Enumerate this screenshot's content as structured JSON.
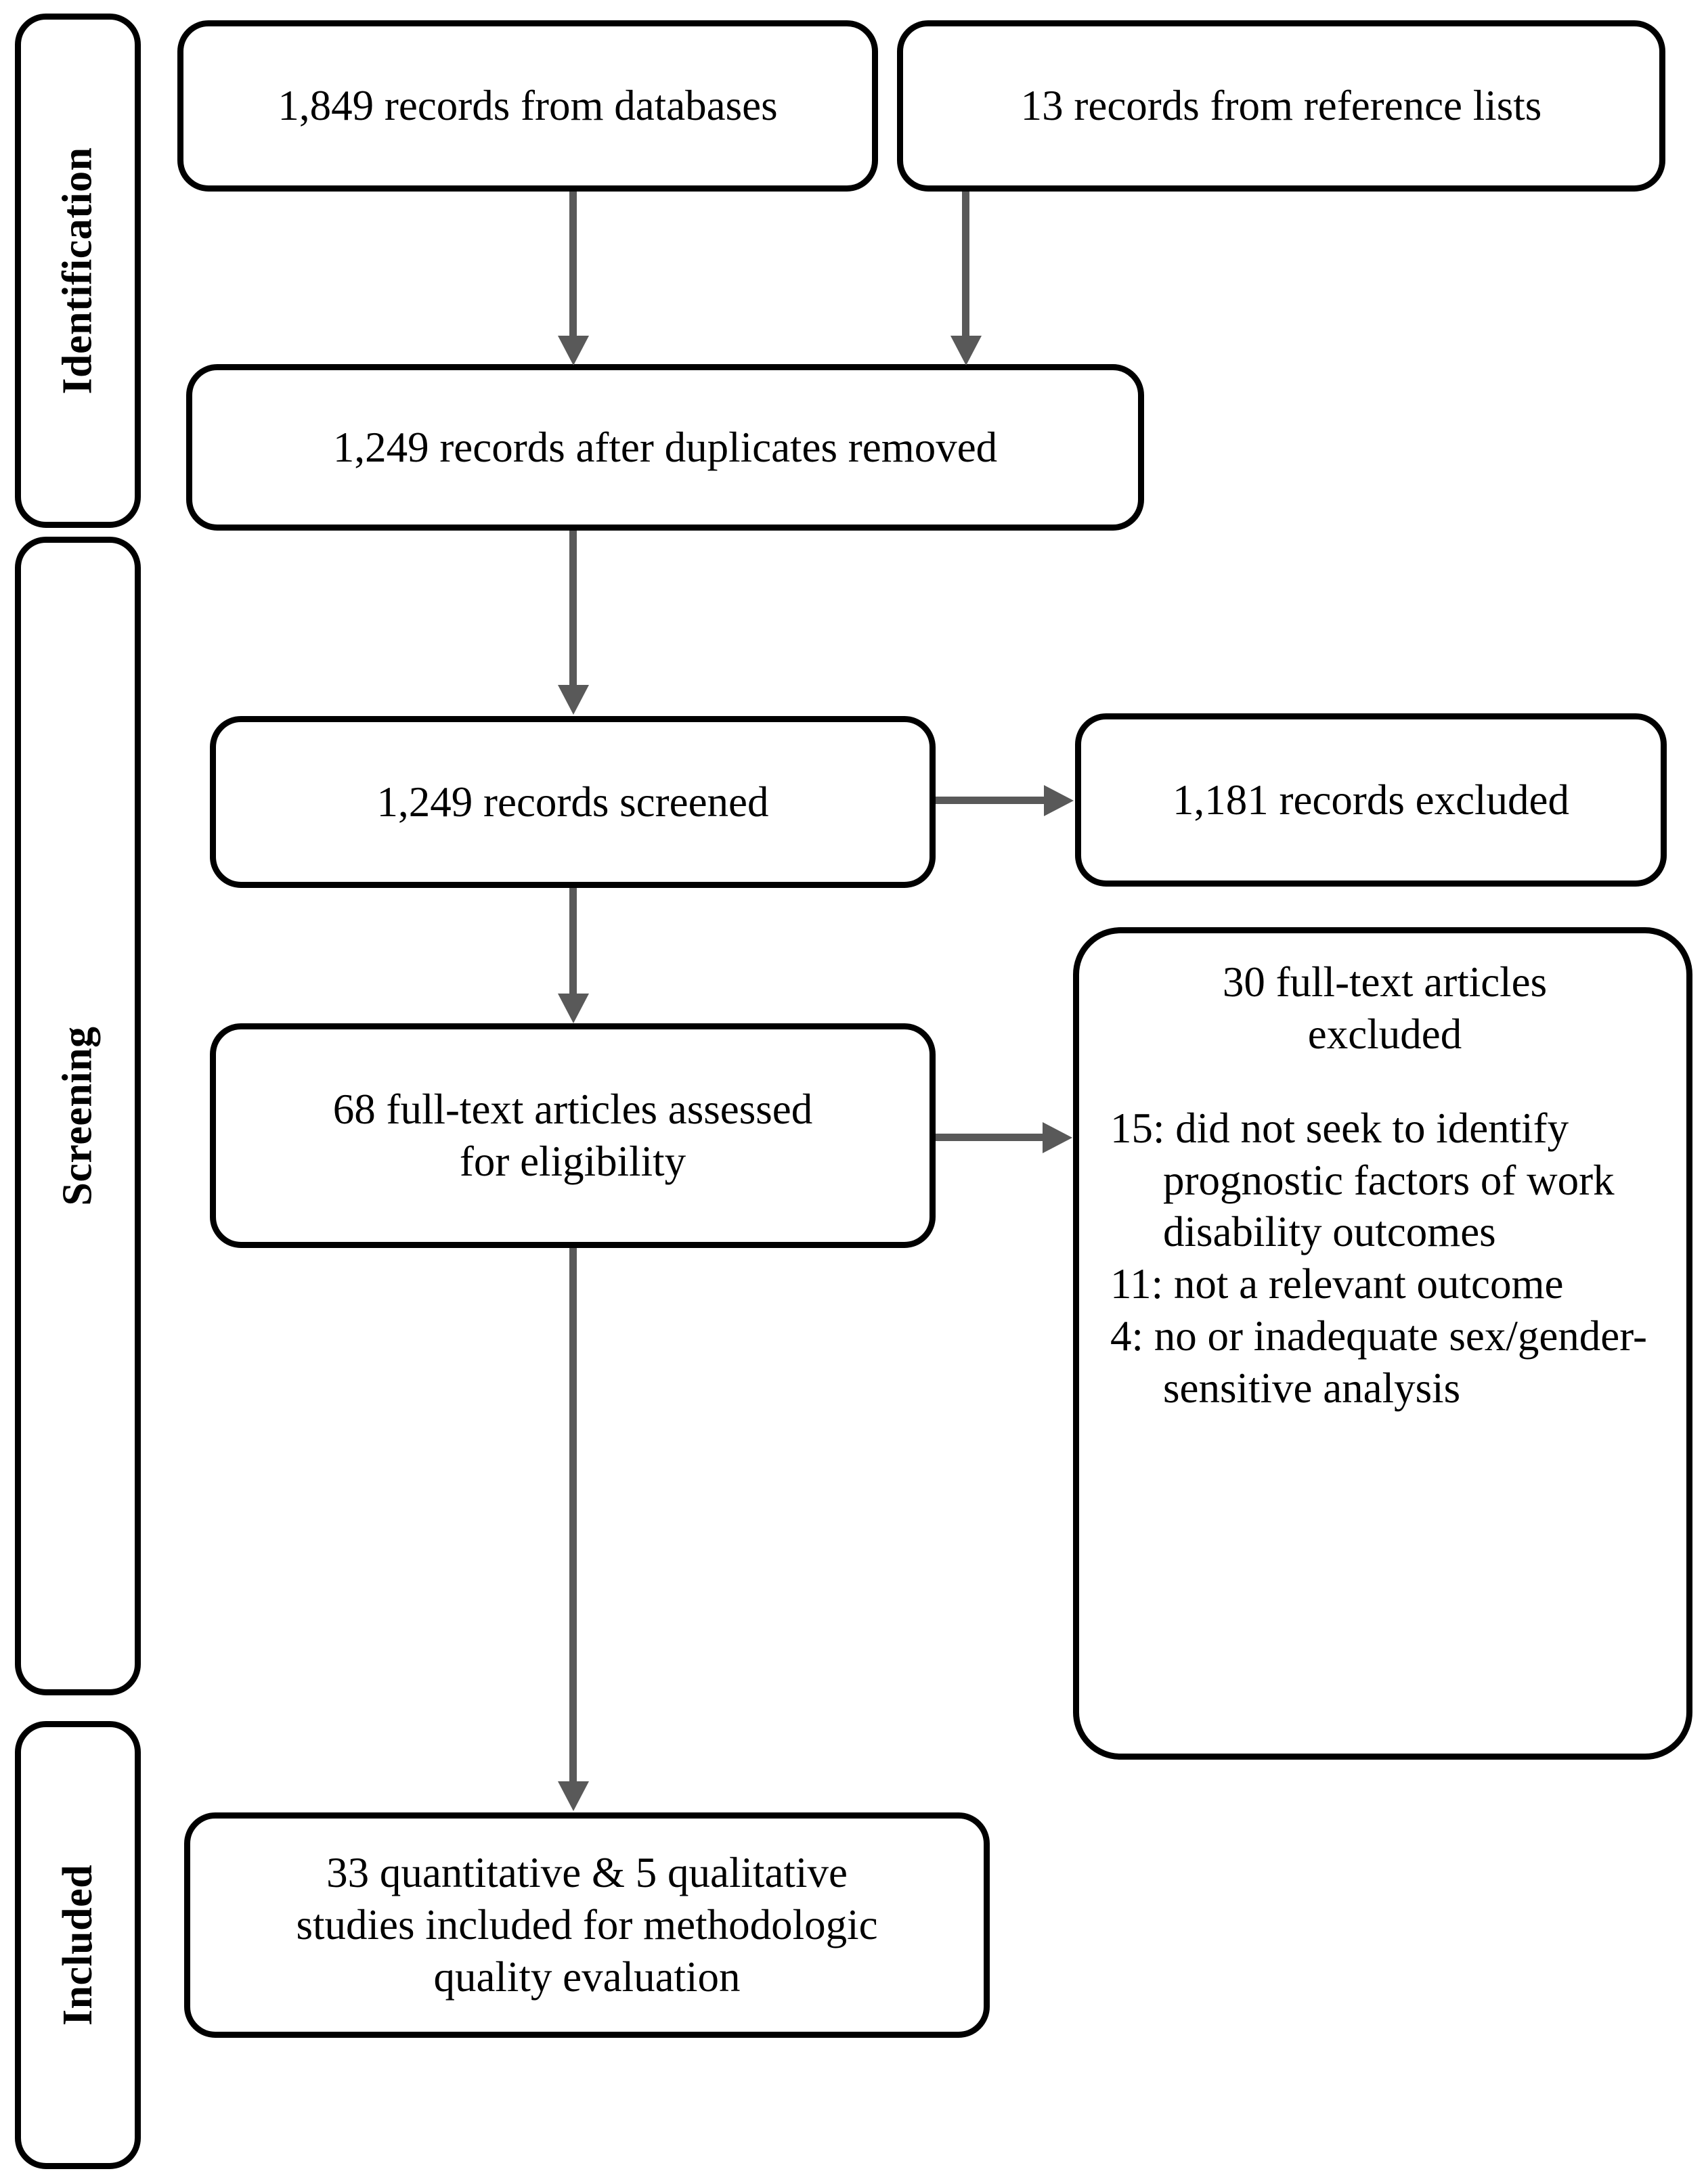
{
  "diagram": {
    "type": "prisma-flow-diagram",
    "stages": [
      {
        "id": "identification",
        "label": "Identification"
      },
      {
        "id": "screening",
        "label": "Screening"
      },
      {
        "id": "included",
        "label": "Included"
      }
    ],
    "nodes": {
      "records_databases": {
        "text": "1,849 records from databases",
        "count": 1849
      },
      "records_reference_lists": {
        "text": "13 records from reference lists",
        "count": 13
      },
      "records_after_duplicates": {
        "text": "1,249 records after duplicates removed",
        "count": 1249
      },
      "records_screened": {
        "text": "1,249 records screened",
        "count": 1249
      },
      "records_excluded": {
        "text": "1,181 records excluded",
        "count": 1181
      },
      "fulltext_assessed": {
        "line1": "68 full-text articles assessed",
        "line2": "for eligibility",
        "count": 68
      },
      "fulltext_excluded": {
        "heading_line1": "30 full-text articles",
        "heading_line2": "excluded",
        "count": 30,
        "reasons": [
          {
            "count": 15,
            "text": "15: did not seek to identify prognostic factors of work disability outcomes"
          },
          {
            "count": 11,
            "text": "11: not a relevant outcome"
          },
          {
            "count": 4,
            "text": "4: no or inadequate sex/gender-sensitive analysis"
          }
        ]
      },
      "studies_included": {
        "line1": "33 quantitative & 5 qualitative",
        "line2": "studies included for methodologic",
        "line3": "quality evaluation",
        "quantitative": 33,
        "qualitative": 5
      }
    },
    "colors": {
      "box_border": "#000000",
      "arrow": "#595959",
      "background": "#ffffff",
      "text": "#000000"
    }
  }
}
